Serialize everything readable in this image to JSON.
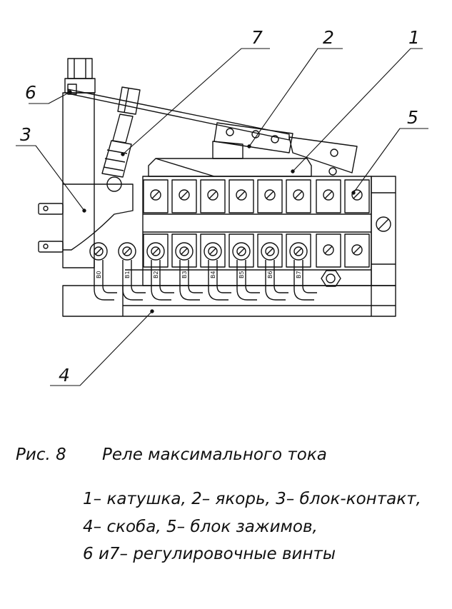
{
  "callouts": [
    {
      "id": "7",
      "text": "7"
    },
    {
      "id": "2",
      "text": "2"
    },
    {
      "id": "1",
      "text": "1"
    },
    {
      "id": "6",
      "text": "6"
    },
    {
      "id": "3",
      "text": "3"
    },
    {
      "id": "5",
      "text": "5"
    },
    {
      "id": "4",
      "text": "4"
    }
  ],
  "terminal_tags": [
    "B0",
    "B1",
    "B2",
    "B3",
    "B4",
    "B5",
    "B6",
    "B7"
  ],
  "caption": {
    "figure": "Рис. 8",
    "title": "Реле максимального тока"
  },
  "legend": [
    "1– катушка, 2– якорь, 3– блок-контакт,",
    "4– скоба, 5– блок зажимов,",
    "6 и7– регулировочные винты"
  ]
}
